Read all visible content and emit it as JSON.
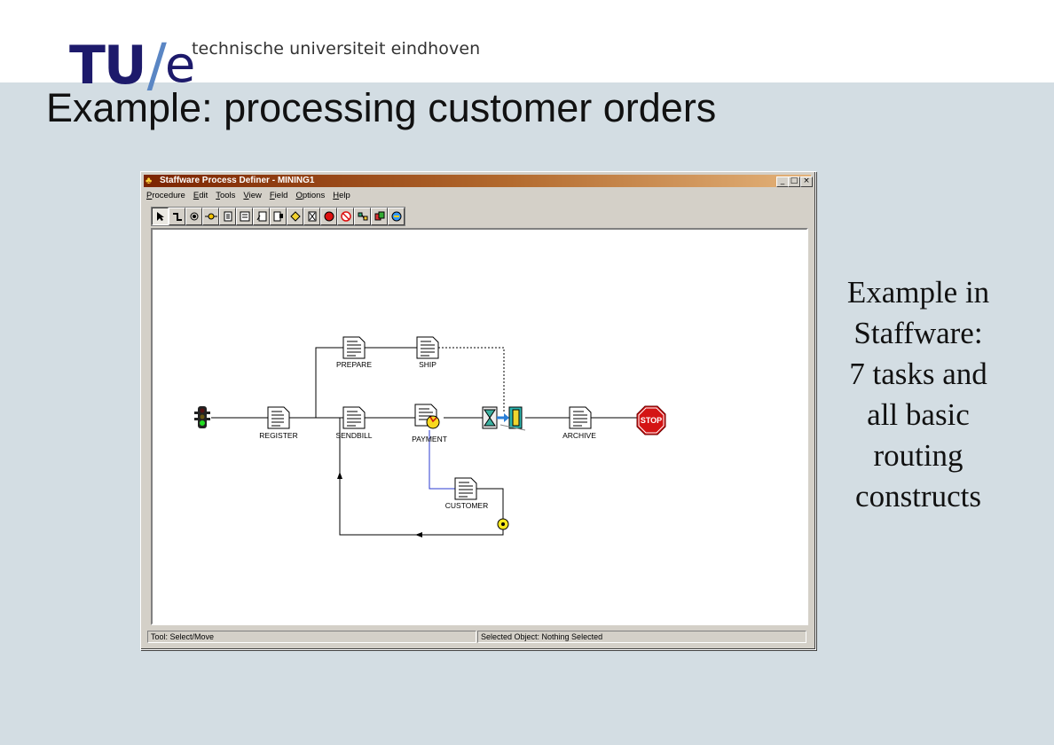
{
  "header": {
    "logo_tu": "TU",
    "logo_slash": "/",
    "logo_e": "e",
    "university": "technische universiteit eindhoven",
    "title": "Example: processing customer orders"
  },
  "side_text": [
    "Example in",
    "Staffware:",
    "7 tasks and",
    "all basic",
    "routing",
    "constructs"
  ],
  "window": {
    "title": "Staffware Process Definer - MINING1",
    "controls": {
      "minimize": "_",
      "maximize": "□",
      "close": "×"
    },
    "menu": [
      "Procedure",
      "Edit",
      "Tools",
      "View",
      "Field",
      "Options",
      "Help"
    ],
    "toolbar": [
      "select-arrow-icon",
      "route-link-icon",
      "start-icon",
      "connector-icon",
      "normal-step-icon",
      "form-icon",
      "auto-step-icon",
      "event-step-icon",
      "condition-icon",
      "wait-icon",
      "stop-icon",
      "withdraw-icon",
      "sub-procedure-icon",
      "script-icon",
      "eai-icon"
    ],
    "status": {
      "tool": "Tool: Select/Move",
      "selected": "Selected Object: Nothing Selected"
    }
  },
  "diagram": {
    "tasks": {
      "register": "REGISTER",
      "prepare": "PREPARE",
      "ship": "SHIP",
      "sendbill": "SENDBILL",
      "payment": "PAYMENT",
      "customer": "CUSTOMER",
      "archive": "ARCHIVE"
    },
    "stop_label": "STOP"
  },
  "colors": {
    "background": "#d3dde3",
    "brand": "#1d1a6b",
    "titlebar": "#7b2300",
    "stop": "#cc1111"
  }
}
